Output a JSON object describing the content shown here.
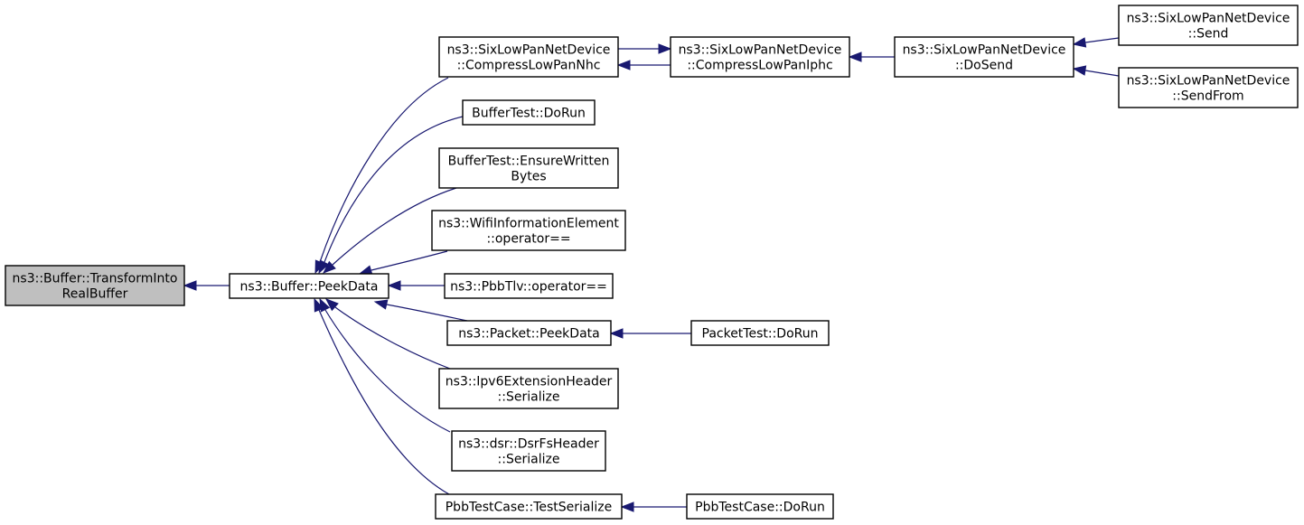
{
  "colors": {
    "edge": "#191970",
    "node_fill": "#ffffff",
    "node_border": "#000000",
    "root_fill": "#bfbfbf"
  },
  "nodes": [
    {
      "id": "transform_into_real_buffer",
      "lines": [
        "ns3::Buffer::TransformInto",
        "RealBuffer"
      ],
      "root": true
    },
    {
      "id": "buffer_peek_data",
      "lines": [
        "ns3::Buffer::PeekData"
      ]
    },
    {
      "id": "compress_low_pan_nhc",
      "lines": [
        "ns3::SixLowPanNetDevice",
        "::CompressLowPanNhc"
      ]
    },
    {
      "id": "buffer_test_do_run",
      "lines": [
        "BufferTest::DoRun"
      ]
    },
    {
      "id": "buffer_test_ensure_written_bytes",
      "lines": [
        "BufferTest::EnsureWritten",
        "Bytes"
      ]
    },
    {
      "id": "wifi_information_element_operator_eq",
      "lines": [
        "ns3::WifiInformationElement",
        "::operator=="
      ]
    },
    {
      "id": "pbb_tlv_operator_eq",
      "lines": [
        "ns3::PbbTlv::operator=="
      ]
    },
    {
      "id": "packet_peek_data",
      "lines": [
        "ns3::Packet::PeekData"
      ]
    },
    {
      "id": "ipv6_extension_header_serialize",
      "lines": [
        "ns3::Ipv6ExtensionHeader",
        "::Serialize"
      ]
    },
    {
      "id": "dsr_fs_header_serialize",
      "lines": [
        "ns3::dsr::DsrFsHeader",
        "::Serialize"
      ]
    },
    {
      "id": "pbb_test_case_test_serialize",
      "lines": [
        "PbbTestCase::TestSerialize"
      ]
    },
    {
      "id": "compress_low_pan_iphc",
      "lines": [
        "ns3::SixLowPanNetDevice",
        "::CompressLowPanIphc"
      ]
    },
    {
      "id": "packet_test_do_run",
      "lines": [
        "PacketTest::DoRun"
      ]
    },
    {
      "id": "pbb_test_case_do_run",
      "lines": [
        "PbbTestCase::DoRun"
      ]
    },
    {
      "id": "six_low_pan_do_send",
      "lines": [
        "ns3::SixLowPanNetDevice",
        "::DoSend"
      ]
    },
    {
      "id": "six_low_pan_send",
      "lines": [
        "ns3::SixLowPanNetDevice",
        "::Send"
      ]
    },
    {
      "id": "six_low_pan_send_from",
      "lines": [
        "ns3::SixLowPanNetDevice",
        "::SendFrom"
      ]
    }
  ],
  "edges": [
    {
      "from": "buffer_peek_data",
      "to": "transform_into_real_buffer"
    },
    {
      "from": "compress_low_pan_nhc",
      "to": "buffer_peek_data"
    },
    {
      "from": "buffer_test_do_run",
      "to": "buffer_peek_data"
    },
    {
      "from": "buffer_test_ensure_written_bytes",
      "to": "buffer_peek_data"
    },
    {
      "from": "wifi_information_element_operator_eq",
      "to": "buffer_peek_data"
    },
    {
      "from": "pbb_tlv_operator_eq",
      "to": "buffer_peek_data"
    },
    {
      "from": "packet_peek_data",
      "to": "buffer_peek_data"
    },
    {
      "from": "ipv6_extension_header_serialize",
      "to": "buffer_peek_data"
    },
    {
      "from": "dsr_fs_header_serialize",
      "to": "buffer_peek_data"
    },
    {
      "from": "pbb_test_case_test_serialize",
      "to": "buffer_peek_data"
    },
    {
      "from": "compress_low_pan_nhc",
      "to": "compress_low_pan_iphc"
    },
    {
      "from": "compress_low_pan_iphc",
      "to": "compress_low_pan_nhc"
    },
    {
      "from": "six_low_pan_do_send",
      "to": "compress_low_pan_iphc"
    },
    {
      "from": "six_low_pan_send",
      "to": "six_low_pan_do_send"
    },
    {
      "from": "six_low_pan_send_from",
      "to": "six_low_pan_do_send"
    },
    {
      "from": "packet_test_do_run",
      "to": "packet_peek_data"
    },
    {
      "from": "pbb_test_case_do_run",
      "to": "pbb_test_case_test_serialize"
    }
  ]
}
